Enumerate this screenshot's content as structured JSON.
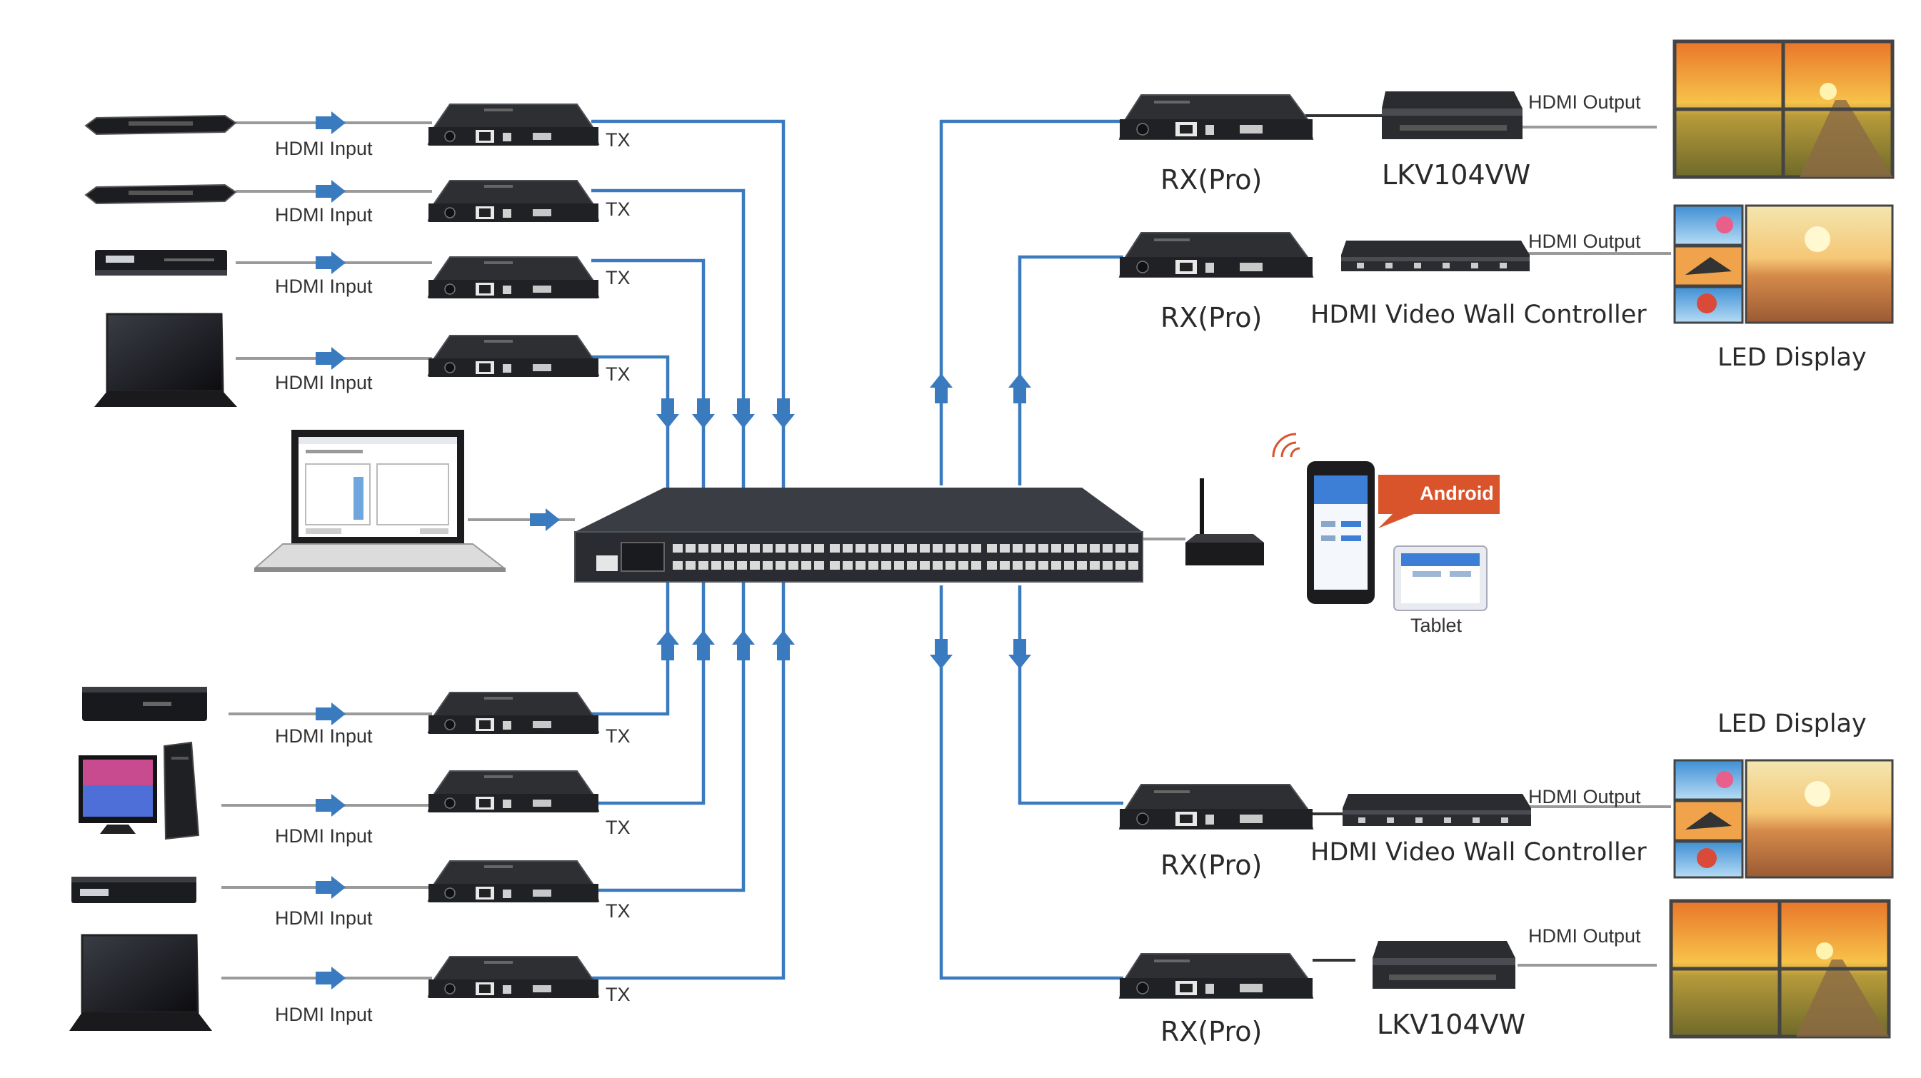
{
  "colors": {
    "link": "#3a7abf",
    "cable": "#9a9a9a",
    "device": "#2d2f33",
    "device_edge": "#4b4e54",
    "android_badge": "#d9542b"
  },
  "labels": {
    "hdmi_input": "HDMI Input",
    "hdmi_output": "HDMI Output",
    "tx": "TX",
    "rx_pro": "RX(Pro)",
    "lkv104vw": "LKV104VW",
    "video_wall_controller": "HDMI Video Wall Controller",
    "led_display": "LED Display",
    "android": "Android",
    "tablet": "Tablet"
  },
  "icons": {
    "source_devices": [
      "media-player-icon",
      "media-player-icon",
      "dvd-player-icon",
      "laptop-icon",
      "set-top-box-icon",
      "desktop-pc-icon",
      "dvd-player-icon",
      "laptop-icon"
    ],
    "control_pc": "laptop-control-software-icon",
    "switch": "network-switch-icon",
    "router": "wifi-router-icon",
    "phone": "android-phone-icon",
    "tablet": "tablet-icon",
    "wifi": "wifi-signal-icon"
  }
}
